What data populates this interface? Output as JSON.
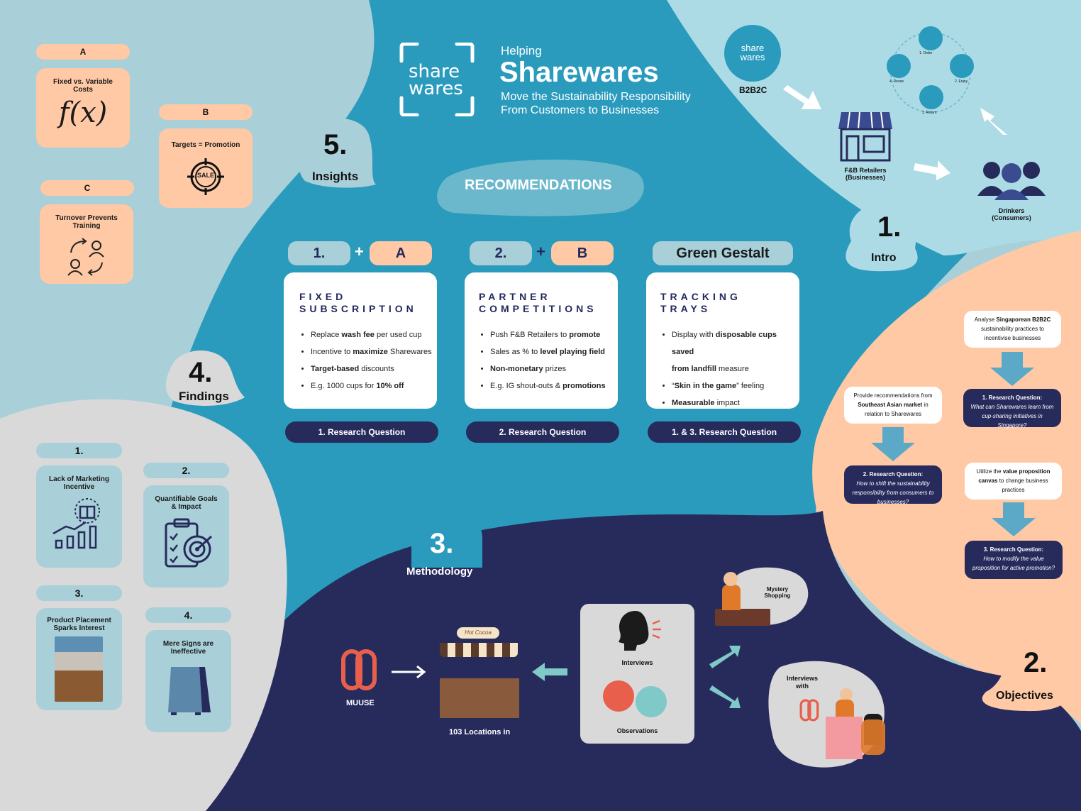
{
  "header": {
    "logo_line1": "share",
    "logo_line2": "wares",
    "kicker": "Helping",
    "title": "Sharewares",
    "subtitle_line1": "Move the Sustainability Responsibility",
    "subtitle_line2": "From Customers to Businesses"
  },
  "recommendations": {
    "title": "RECOMMENDATIONS",
    "cols": [
      {
        "num": "1.",
        "plus": "+",
        "letter": "A",
        "heading1": "FIXED",
        "heading2": "SUBSCRIPTION",
        "bullets": [
          {
            "a": "Replace ",
            "b": "wash fee",
            "c": " per used cup"
          },
          {
            "a": "Incentive to ",
            "b": "maximize",
            "c": " Sharewares"
          },
          {
            "a": "",
            "b": "Target-based",
            "c": " discounts"
          },
          {
            "a": "E.g. 1000 cups for ",
            "b": "10% off",
            "c": ""
          }
        ],
        "rq": "1. Research Question"
      },
      {
        "num": "2.",
        "plus": "+",
        "letter": "B",
        "heading1": "PARTNER",
        "heading2": "COMPETITIONS",
        "bullets": [
          {
            "a": "Push F&B Retailers to ",
            "b": "promote",
            "c": ""
          },
          {
            "a": "Sales as % to ",
            "b": "level playing field",
            "c": ""
          },
          {
            "a": "",
            "b": "Non-monetary",
            "c": " prizes"
          },
          {
            "a": "E.g. IG shout-outs & ",
            "b": "promotions",
            "c": ""
          }
        ],
        "rq": "2. Research Question"
      },
      {
        "label": "Green Gestalt",
        "heading1": "TRACKING",
        "heading2": "TRAYS",
        "bullets": [
          {
            "a": "Display with ",
            "b": "disposable cups saved",
            "c": ""
          },
          {
            "a": "",
            "b": "from landfill",
            "c": "  measure"
          },
          {
            "a": "“",
            "b": "Skin in the game",
            "c": "” feeling"
          },
          {
            "a": "",
            "b": "Measurable",
            "c": " impact"
          }
        ],
        "rq": "1. & 3.  Research Question"
      }
    ]
  },
  "insights": {
    "num": "5.",
    "label": "Insights",
    "a": {
      "letter": "A",
      "text": "Fixed vs. Variable Costs",
      "formula": "f(x)"
    },
    "b": {
      "letter": "B",
      "text": "Targets = Promotion",
      "badge": "SALE"
    },
    "c": {
      "letter": "C",
      "text": "Turnover Prevents Training"
    }
  },
  "findings": {
    "num": "4.",
    "label": "Findings",
    "items": [
      {
        "num": "1.",
        "text": "Lack of Marketing Incentive"
      },
      {
        "num": "2.",
        "text": "Quantifiable Goals & Impact"
      },
      {
        "num": "3.",
        "text": "Product Placement Sparks Interest"
      },
      {
        "num": "4.",
        "text": "Mere Signs are Ineffective"
      }
    ]
  },
  "intro": {
    "num": "1.",
    "label": "Intro",
    "logo_line1": "share",
    "logo_line2": "wares",
    "b2b2c": "B2B2C",
    "retailers": "F&B Retailers (Businesses)",
    "drinkers": "Drinkers (Consumers)",
    "cycle": [
      "1. Order",
      "2. Enjoy",
      "3. Return",
      "4. Reuse"
    ]
  },
  "objectives": {
    "num": "2.",
    "label": "Objectives",
    "analyse": {
      "a": "Analyse ",
      "b": "Singaporean B2B2C",
      "c": " sustainability practices to incentivise businesses"
    },
    "rq1_title": "1. Research Question:",
    "rq1_text": "What can Sharewares learn from cup-sharing initiatives in Singapore?",
    "provide": {
      "a": "Provide recommendations from ",
      "b": "Southeast Asian market",
      "c": " in relation to Sharewares"
    },
    "rq2_title": "2. Research Question:",
    "rq2_text": "How to shift the sustainability responsibility from consumers to businesses?",
    "utilize": {
      "a": "Utilize the ",
      "b": "value proposition canvas",
      "c": " to change business practices"
    },
    "rq3_title": "3. Research Question:",
    "rq3_text": "How to modify the value proposition for active promotion?"
  },
  "methodology": {
    "num": "3.",
    "label": "Methodology",
    "muuse": "MUUSE",
    "locations": "103 Locations in",
    "stall_sign": "Hot Cocoa",
    "interviews": "Interviews",
    "observations": "Observations",
    "mystery": "Mystery Shopping",
    "interviews_with": "Interviews with"
  },
  "colors": {
    "teal": "#2a9bbd",
    "navy": "#272b5c",
    "light_blue": "#a9cfd9",
    "peach": "#ffc9a5",
    "grey": "#d9d9d9",
    "accent": "#e8604c"
  }
}
